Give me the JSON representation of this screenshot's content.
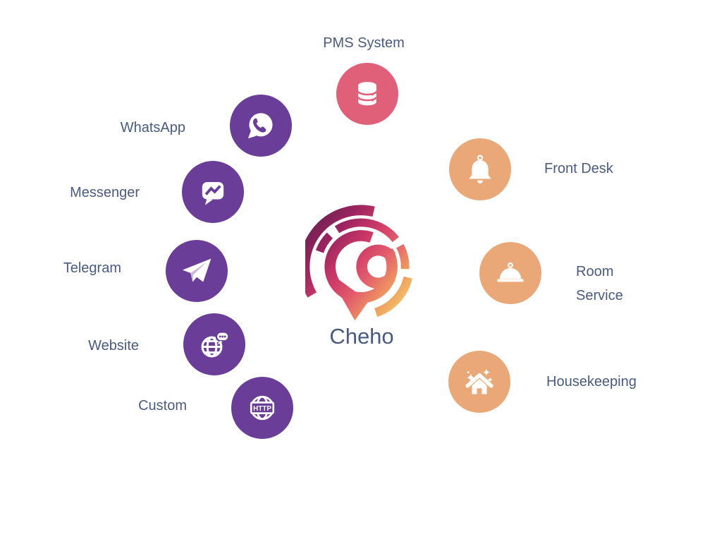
{
  "center": {
    "label": "Cheho",
    "logo_icon": "cheho-c-pin-logo"
  },
  "nodes": {
    "pms": {
      "label": "PMS System",
      "icon": "database-icon",
      "circle_color": "#e05f79"
    },
    "whatsapp": {
      "label": "WhatsApp",
      "icon": "whatsapp-icon",
      "circle_color": "#6a3d99"
    },
    "messenger": {
      "label": "Messenger",
      "icon": "messenger-icon",
      "circle_color": "#6a3d99"
    },
    "telegram": {
      "label": "Telegram",
      "icon": "telegram-plane-icon",
      "circle_color": "#6a3d99"
    },
    "website": {
      "label": "Website",
      "icon": "globe-chat-icon",
      "circle_color": "#6a3d99"
    },
    "custom": {
      "label": "Custom",
      "icon": "globe-http-icon",
      "icon_text": "HTTP",
      "circle_color": "#6a3d99"
    },
    "front_desk": {
      "label": "Front Desk",
      "icon": "bell-icon",
      "circle_color": "#eaa878"
    },
    "room_service": {
      "label_line1": "Room",
      "label_line2": "Service",
      "icon": "cloche-icon",
      "circle_color": "#eaa878"
    },
    "housekeeping": {
      "label": "Housekeeping",
      "icon": "house-sparkles-icon",
      "circle_color": "#eaa878"
    }
  },
  "colors": {
    "purple": "#6a3d99",
    "pink": "#e05f79",
    "orange": "#eaa878",
    "label_text": "#4a5a80",
    "background": "#ffffff",
    "logo_gradient": [
      "#66204f",
      "#9c2460",
      "#cf3a67",
      "#e25c6c",
      "#ec8b63",
      "#f2b763",
      "#f5da74"
    ]
  }
}
